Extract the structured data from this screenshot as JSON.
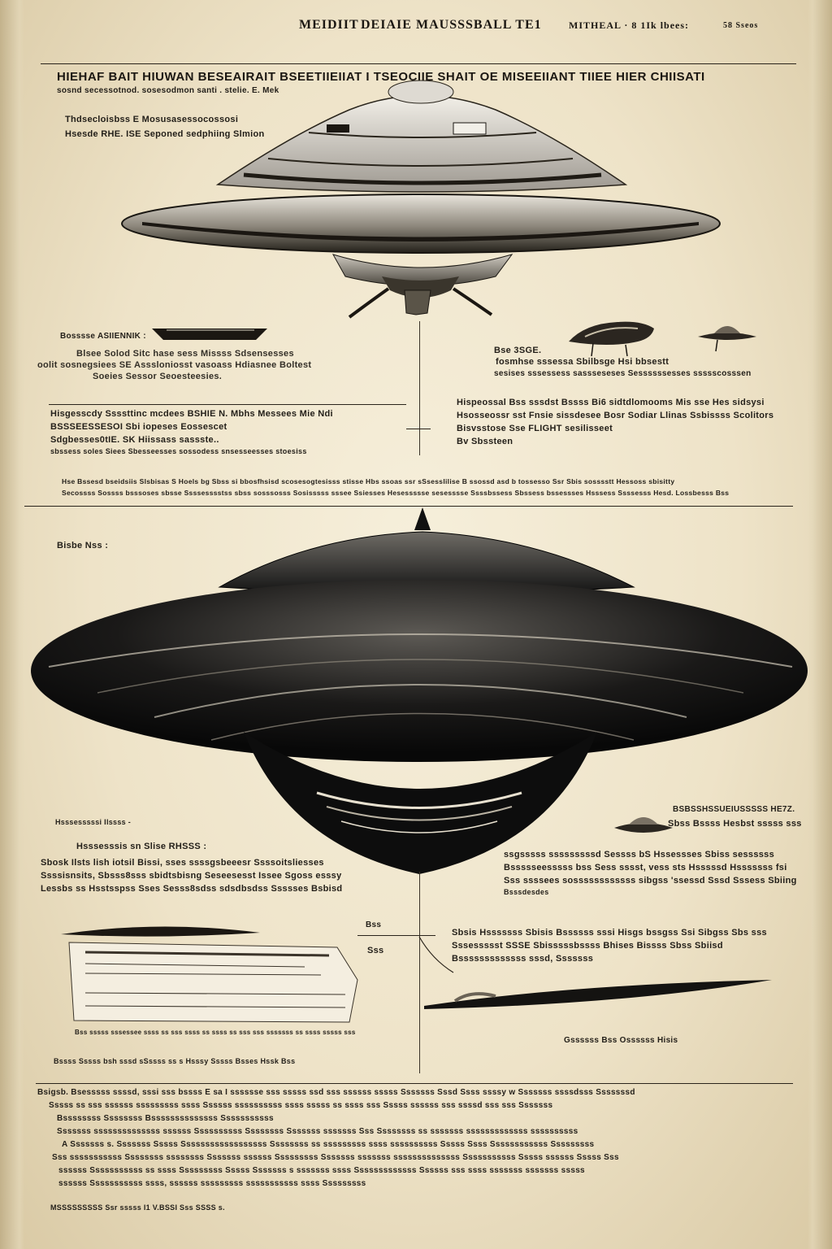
{
  "masthead": {
    "left": "MEIDIIT",
    "center_a": "DEIAIE",
    "center_b": "MAUSSSBALL TE1",
    "right": "MITHEAL · 8 1Ik lbees:",
    "corner": "58 Sseos"
  },
  "headline": "HIEHAF BAIT HIUWAN BESEAIRAIT BSEETIIEIIAT I TSEOCIIE SHAIT OE MISEEIIANT TIIEE HIER CHIISATI",
  "top_section": {
    "subline": "sosnd secessotnod. sosesodmon santi . stelie. E. Mek",
    "caption_a1": "Thdsecloisbss E Mosusasessocossosi",
    "caption_a2": "Hsesde RHE. ISE Seponed sedphiing Slmion",
    "label_left": "Bosssse ASIIENNIK :",
    "para_left": [
      "Blsee Solod Sitc hase sess Missss Sdsensesses",
      "oolit sosnegsiees SE Asssloniosst vasoass Hdiasnee Boltest",
      "Soeies Sessor Seoesteesies."
    ],
    "label_right": "Bse 3SGE.",
    "para_right": [
      "fosmhse sssessa Sbilbsge Hsi bbsestt",
      "sesises sssessess sassseseses Sessssssesses ssssscosssen"
    ],
    "para_mid_left": [
      "Hisgesscdy Ssssttinc mcdees BSHIE N. Mbhs Messees Mie Ndi",
      "BSSSEESSESOI Sbi iopeses Eossescet",
      "Sdgbesses0tIE. SK Hiissass sassste..",
      "sbssess soles Siees Sbesseesses sossodess snsesseesses stoesiss"
    ],
    "para_mid_right": [
      "Hispeossal Bss sssdst Bssss Bi6 sidtdlomooms Mis sse Hes sidsysi",
      "Hsosseossr sst Fnsie sissdesee Bosr Sodiar Llinas Ssbissss Scolitors",
      "Bisvsstose Sse FLIGHT sesilisseet",
      "Bv Sbssteen"
    ],
    "footer_line_a": "Hse Bssesd bseidsiis Slsbisas S Hoels bg Sbss si bbosfhsisd scosesogtesisss stisse Hbs ssoas ssr sSsesslilise B ssossd asd b tossesso Ssr Sbis sosssstt Hessoss sbisitty",
    "footer_line_b": "Secossss Sossss bsssoses sbsse Ssssesssstss sbss sosssosss Sosisssss sssee Ssiesses Hesessssse sesesssse Ssssbssess Sbssess bssessses Hsssess Ssssesss Hesd. Lossbesss Bss"
  },
  "bottom_section": {
    "label_tl": "Bisbe Nss :",
    "label_mid": "Hsssesssssi Ilssss -",
    "label_mid2": "Hsssesssis sn Slise RHSSS :",
    "para_left": [
      "Sbosk Ilsts lish iotsil Bissi, sses ssssgsbeeesr Ssssoitsliesses",
      "Ssssisnsits, Sbsss8sss sbidtsbisng Seseesesst Issee Sgoss esssy",
      "Lessbs ss Hsstsspss Sses Sesss8sdss sdsdbsdss Ssssses Bsbisd"
    ],
    "label_right": "Sbss Bssss Hesbst sssss sss",
    "label_right_top": "BSBSSHSSUEIUSSSSS HE7Z.",
    "para_right": [
      "ssgsssss sssssssssd Sessss bS Hssessses Sbiss sessssss",
      "Bssssseesssss bss Sess sssst, vess sts Hsssssd Hsssssss fsi",
      "Sss ssssees sossssssssssss sibgss 'ssessd Sssd Sssess Sbiing",
      "Bsssdesdes"
    ],
    "callout": "Bss",
    "callout2": "Sss",
    "para_lower_right": [
      "Sbsis Hsssssss Sbisis Bssssss sssi Hisgs bssgss Ssi Sibgss Sbs sss",
      "Sssessssst SSSE Sbisssssbssss Bhises Bissss Sbss Sbiisd",
      "Bsssssssssssss sssd, Sssssss"
    ],
    "small_right": "Gssssss Bss Ossssss Hisis",
    "strip_caption": "Bss sssss sssessee ssss ss sss ssss ss ssss ss sss sss sssssss ss ssss sssss sss",
    "strip_caption2": "Bssss Sssss bsh sssd sSssss ss s Hsssy Sssss Bsses Hssk Bss"
  },
  "notes": {
    "lines": [
      "Bsigsb. Bsesssss ssssd, sssi sss bssss E sa I sssssse sss sssss ssd sss ssssss sssss Sssssss Sssd Ssss ssssy w Sssssss ssssdsss Sssssssd",
      "Sssss ss sss ssssss sssssssss ssss Ssssss ssssssssss ssss sssss ss ssss sss Sssss ssssss sss ssssd sss sss Sssssss",
      "Bssssssss Ssssssss Bssssssssssssss Sssssssssss",
      "Sssssss ssssssssssssss ssssss Ssssssssss Ssssssss Sssssss sssssss Sss Ssssssss ss sssssss sssssssssssss ssssssssss",
      "A Sssssss s. Sssssss Sssss Ssssssssssssssssss Ssssssss ss sssssssss ssss ssssssssss Sssss Ssss Ssssssssssss Sssssssss",
      "Sss sssssssssss Ssssssss ssssssss Sssssss ssssss Sssssssss Sssssss sssssss ssssssssssssss Sssssssssss Sssss ssssss Sssss Sss",
      "ssssss Sssssssssss ss ssss Sssssssss Sssss Sssssss s sssssss ssss Sssssssssssss Ssssss sss ssss sssssss sssssss sssss",
      "ssssss Sssssssssss ssss, ssssss sssssssss sssssssssss ssss Sssssssss"
    ],
    "bottom_line": "MSSSSSSSSS Ssr sssss I1 V.BSSI Sss SSSS s."
  },
  "colors": {
    "paper": "#eee3c8",
    "ink": "#1b1712",
    "saucer_light": "#dcd8cf",
    "saucer_dark": "#111111"
  }
}
